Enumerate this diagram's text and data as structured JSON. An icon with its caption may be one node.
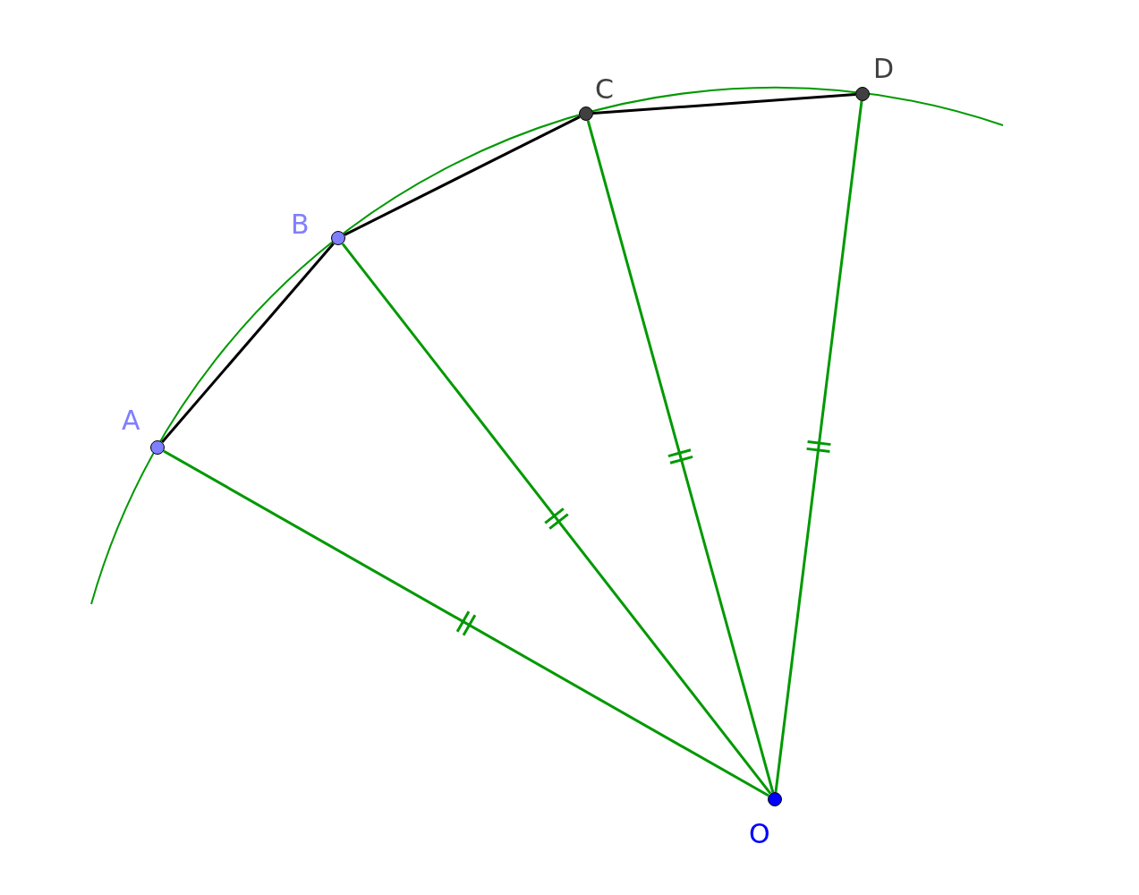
{
  "diagram": {
    "nodes": [
      {
        "text": [
          "A"
        ]
      },
      {
        "text": [
          "B"
        ]
      },
      {
        "text": [
          "C"
        ]
      },
      {
        "text": [
          "D"
        ]
      },
      {
        "text": [
          "O"
        ]
      }
    ],
    "edges": [
      {
        "from": 0,
        "to": 1,
        "arrow": "none",
        "color": "#000000"
      },
      {
        "from": 1,
        "to": 2,
        "arrow": "none",
        "color": "#000000"
      },
      {
        "from": 2,
        "to": 3,
        "arrow": "none",
        "color": "#000000"
      },
      {
        "from": 4,
        "to": 0,
        "arrow": "none"
      },
      {
        "from": 4,
        "to": 1,
        "arrow": "none"
      },
      {
        "from": 4,
        "to": 2,
        "arrow": "none"
      },
      {
        "from": 4,
        "to": 3,
        "arrow": "none"
      }
    ]
  }
}
